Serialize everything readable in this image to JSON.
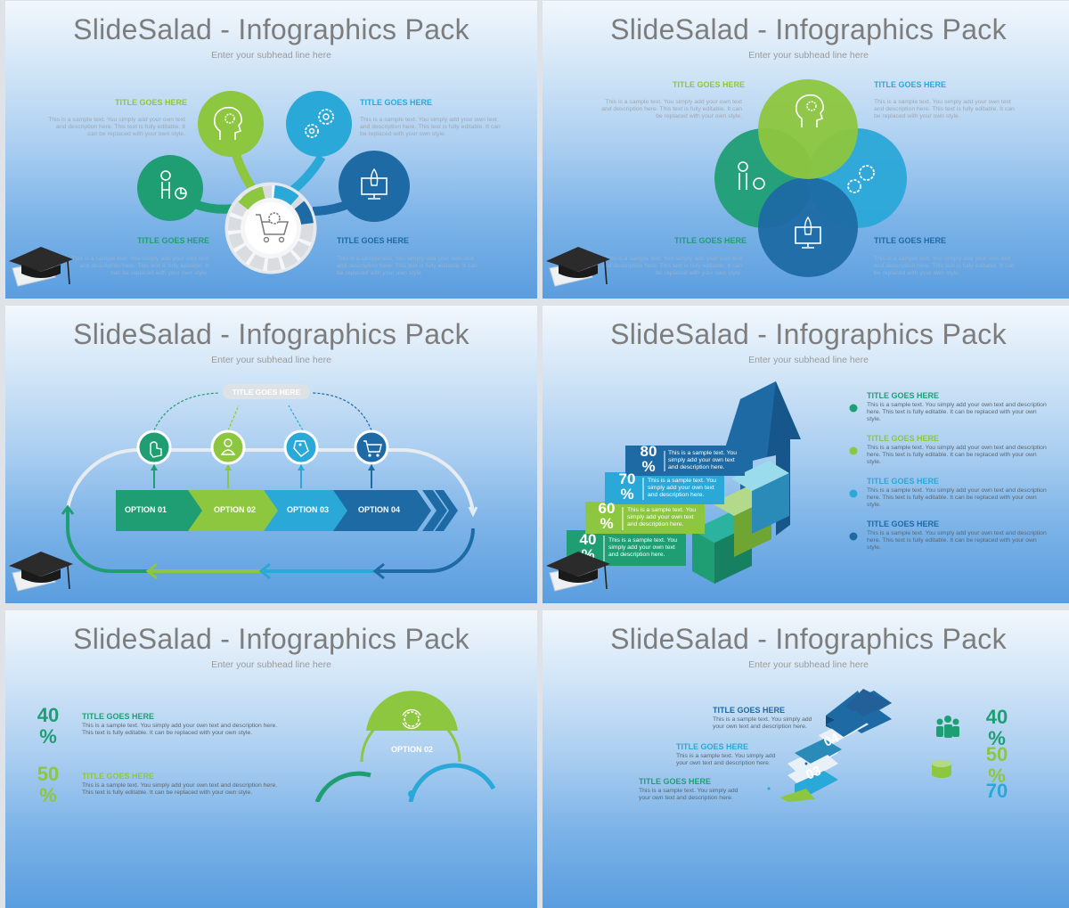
{
  "slide_title": "SlideSalad - Infographics Pack",
  "slide_subhead": "Enter your subhead line here",
  "title_goes_here": "TITLE GOES HERE",
  "sample_text_long": "This is a sample text. You simply add your own text and description here. This text is fully editable. It can be replaced with your own style.",
  "sample_text_short": "This is a sample text. You simply add your own text and description here.",
  "options": [
    "OPTION 01",
    "OPTION 02",
    "OPTION 03",
    "OPTION 04"
  ],
  "percentages": [
    "40",
    "60",
    "70",
    "80"
  ],
  "percent_sign": "%",
  "right_percentages": [
    "40",
    "50",
    "70"
  ],
  "step_numbers": [
    "03",
    "04"
  ],
  "colors": {
    "green": "#8dc63f",
    "dark_green": "#1f9e74",
    "teal": "#2aa8d8",
    "blue": "#1d6aa5",
    "title_gray": "#7d7d7d"
  },
  "icons": [
    "user-gear-icon",
    "gears-icon",
    "presenter-chart-icon",
    "monitor-rocket-icon",
    "cart-gear-icon",
    "touch-icon",
    "user-icon",
    "tag-icon",
    "cart-icon",
    "graduation-cap-icon",
    "arrow-icon",
    "people-icon",
    "coins-icon"
  ]
}
